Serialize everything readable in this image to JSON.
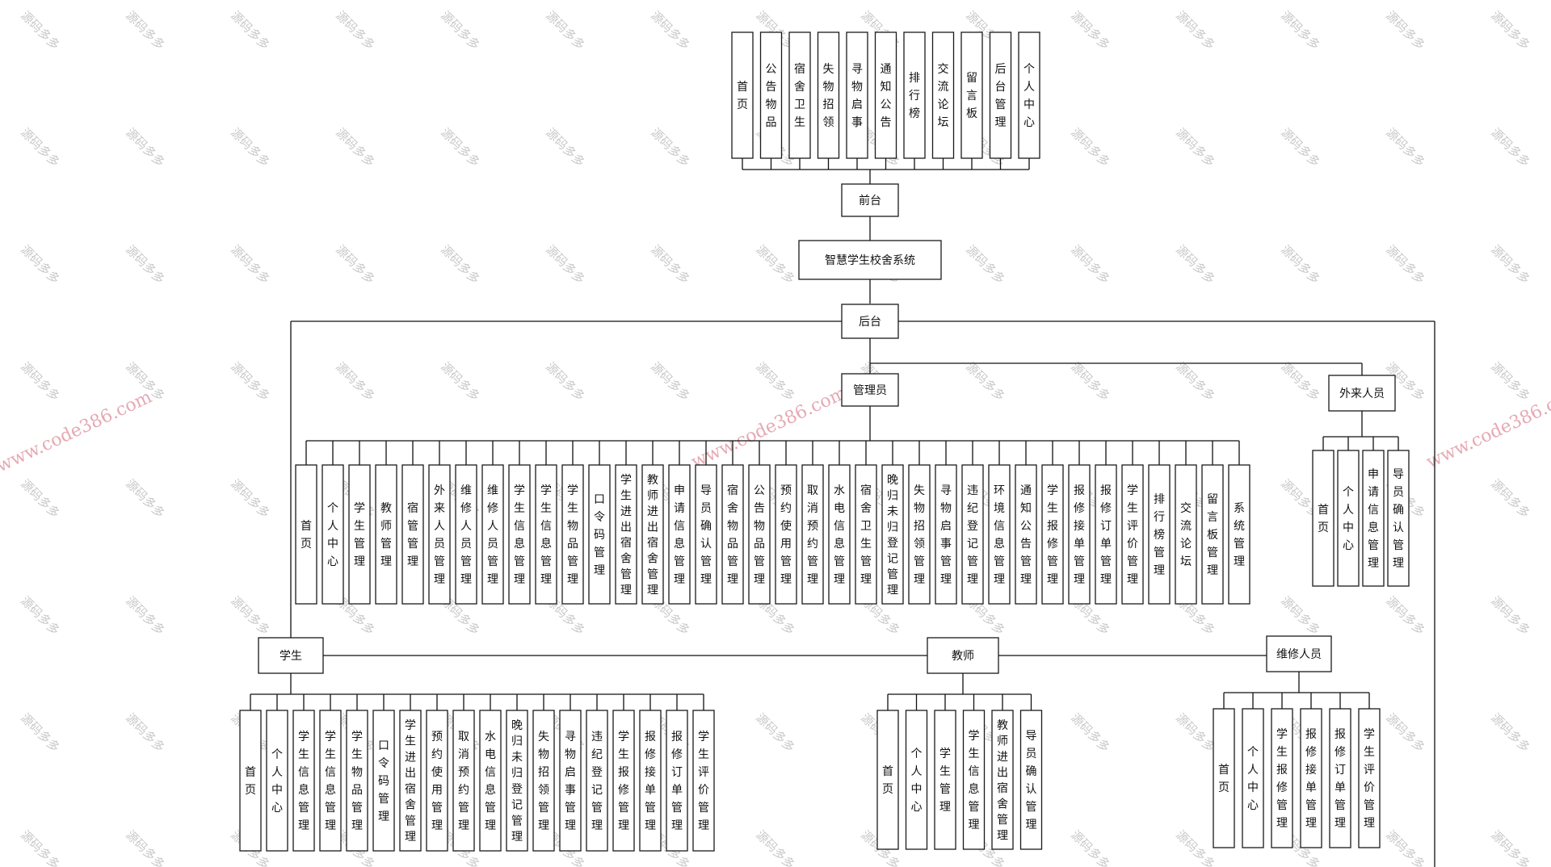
{
  "colors": {
    "stroke": "#1a1a1a",
    "text": "#111111",
    "watermark": "#c9c9c9",
    "watermark_url": "#e6a9b3",
    "background": "#ffffff"
  },
  "watermark": {
    "text": "源码多多",
    "url": "www.code386.com"
  },
  "nodes": {
    "root": "智慧学生校舍系统",
    "front": "前台",
    "back": "后台",
    "admin": "管理员",
    "visitor": "外来人员",
    "student": "学生",
    "teacher": "教师",
    "repair": "维修人员"
  },
  "front_items": [
    "首页",
    "公告物品",
    "宿舍卫生",
    "失物招领",
    "寻物启事",
    "通知公告",
    "排行榜",
    "交流论坛",
    "留言板",
    "后台管理",
    "个人中心"
  ],
  "admin_items": [
    "首页",
    "个人中心",
    "学生管理",
    "教师管理",
    "宿管管理",
    "外来人员管理",
    "维修人员管理",
    "维修人员管理",
    "学生信息管理",
    "学生信息管理",
    "学生物品管理",
    "口令码管理",
    "学生进出宿舍管理",
    "教师进出宿舍管理",
    "申请信息管理",
    "导员确认管理",
    "宿舍物品管理",
    "公告物品管理",
    "预约使用管理",
    "取消预约管理",
    "水电信息管理",
    "宿舍卫生管理",
    "晚归未归登记管理",
    "失物招领管理",
    "寻物启事管理",
    "违纪登记管理",
    "环境信息管理",
    "通知公告管理",
    "学生报修管理",
    "报修接单管理",
    "报修订单管理",
    "学生评价管理",
    "排行榜管理",
    "交流论坛",
    "留言板管理",
    "系统管理"
  ],
  "visitor_items": [
    "首页",
    "个人中心",
    "申请信息管理",
    "导员确认管理"
  ],
  "student_items": [
    "首页",
    "个人中心",
    "学生信息管理",
    "学生信息管理",
    "学生物品管理",
    "口令码管理",
    "学生进出宿舍管理",
    "预约使用管理",
    "取消预约管理",
    "水电信息管理",
    "晚归未归登记管理",
    "失物招领管理",
    "寻物启事管理",
    "违纪登记管理",
    "学生报修管理",
    "报修接单管理",
    "报修订单管理",
    "学生评价管理"
  ],
  "teacher_items": [
    "首页",
    "个人中心",
    "学生管理",
    "学生信息管理",
    "教师进出宿舍管理",
    "导员确认管理"
  ],
  "repair_items": [
    "首页",
    "个人中心",
    "学生报修管理",
    "报修接单管理",
    "报修订单管理",
    "学生评价管理"
  ]
}
